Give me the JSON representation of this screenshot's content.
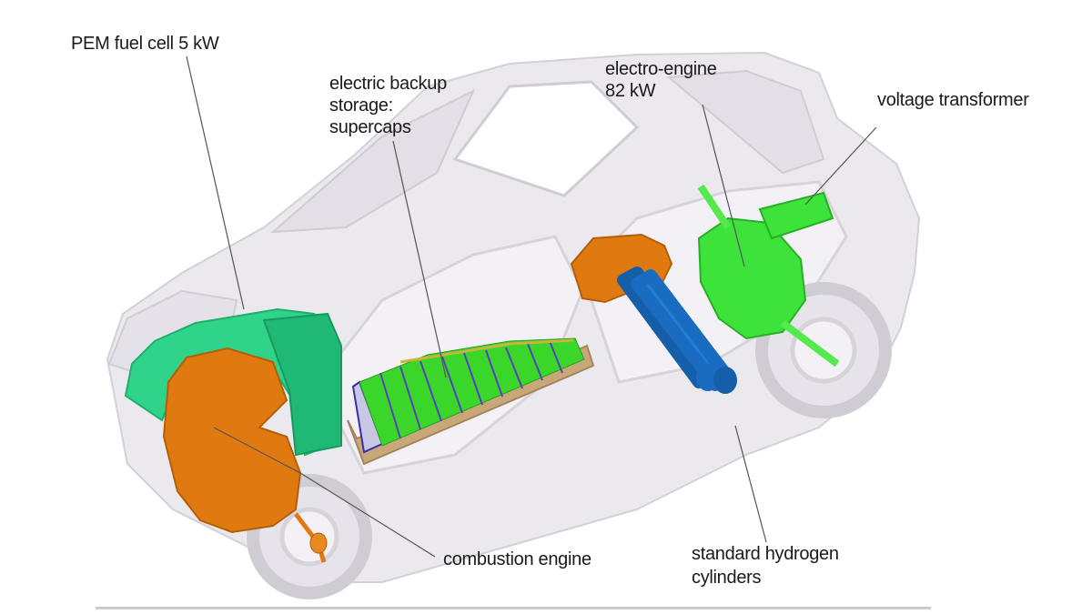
{
  "diagram": {
    "colors": {
      "car_body": "#ebe8ee",
      "car_outline": "#d3d0d6",
      "fuel_cell": "#2fd48a",
      "combustion_engine": "#e07a10",
      "supercaps_cells": "#3ad62a",
      "supercaps_tray": "#c8a878",
      "supercaps_frame": "#5a3fbf",
      "hydrogen_cylinders": "#1f7fd8",
      "hydrogen_valve": "#e07a10",
      "electro_engine": "#3de23a",
      "voltage_transformer": "#3de23a",
      "leader_line": "#555555"
    },
    "labels": {
      "fuel_cell": "PEM fuel cell 5 kW",
      "supercaps_line1": "electric backup",
      "supercaps_line2": "storage:",
      "supercaps_line3": "supercaps",
      "electro_engine_line1": "electro-engine",
      "electro_engine_line2": "82 kW",
      "voltage_transformer": "voltage transformer",
      "combustion_engine": "combustion engine",
      "hydrogen_line1": "standard hydrogen",
      "hydrogen_line2": "cylinders"
    }
  }
}
